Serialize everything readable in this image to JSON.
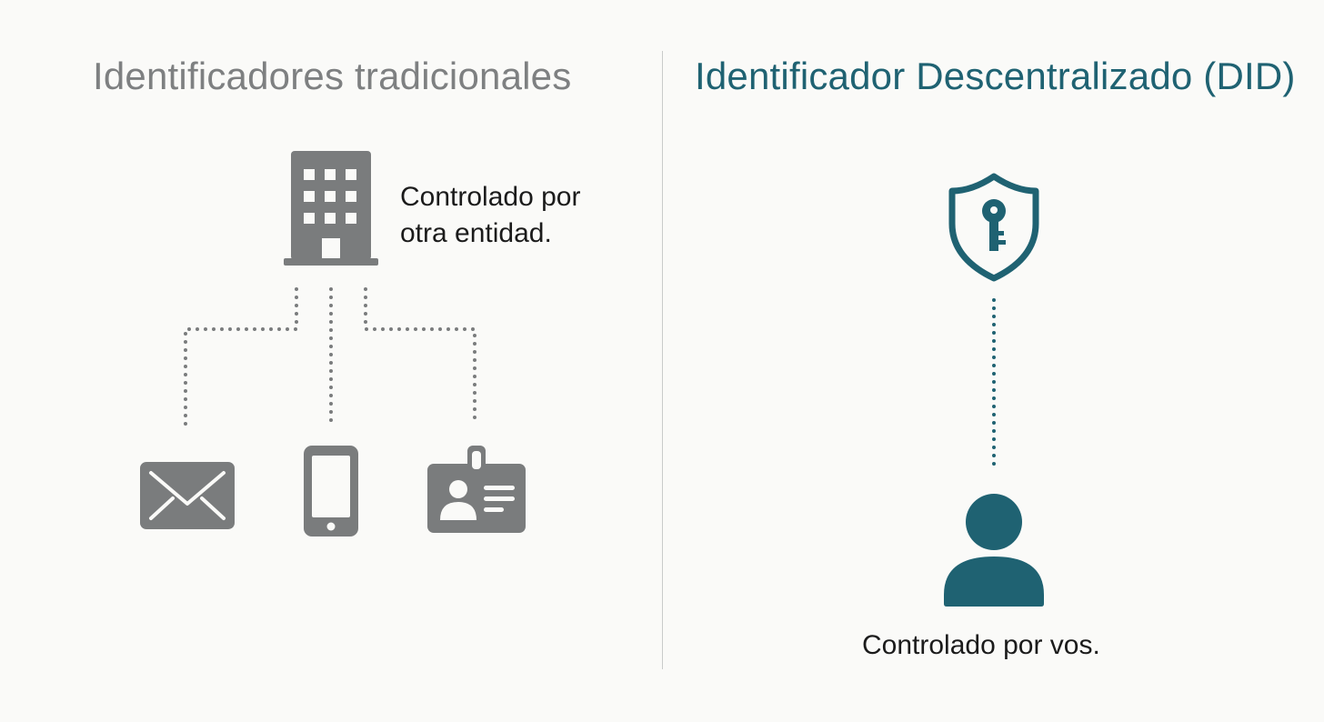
{
  "left_panel": {
    "title": "Identificadores tradicionales",
    "caption_line1": "Controlado por",
    "caption_line2": "otra entidad."
  },
  "right_panel": {
    "title": "Identificador Descentralizado (DID)",
    "caption": "Controlado por vos."
  },
  "icons": {
    "authority": "building-icon",
    "identifiers": [
      "email-envelope-icon",
      "mobile-phone-icon",
      "id-badge-icon"
    ],
    "did_root": "shield-key-icon",
    "owner": "user-icon"
  },
  "colors": {
    "traditional": "#7a7c7d",
    "did": "#1f6272",
    "background": "#fafaf8",
    "text": "#1b1b1b"
  }
}
